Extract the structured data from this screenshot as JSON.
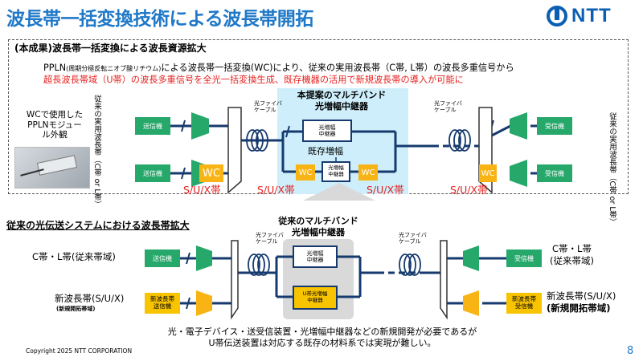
{
  "header": {
    "title": "波長帯一括変換技術による波長帯開拓",
    "logo_text": "NTT"
  },
  "top_section": {
    "heading": "(本成果)波長帯一括変換による波長資源拡大",
    "line1_main": "PPLN",
    "line1_small": "(周期分極反転ニオブ酸リチウム)",
    "line1_rest": "による波長帯一括変換(WC)により、従来の実用波長帯（C帯, L帯）の波長多重信号から",
    "line2": "超長波長帯域（U帯）の波長多重信号を全光一括変換生成、既存機器の活用で新規波長帯の導入が可能に",
    "photo_caption": [
      "WCで使用した",
      "PPLNモジュー",
      "ル外観"
    ],
    "left_vertical": "従来の実用波長帯（C帯 or L帯）",
    "right_vertical": "従来の実用波長帯（C帯 or L帯）",
    "transmitter": "送信機",
    "receiver": "受信機",
    "wc": "WC",
    "fiber_label": [
      "光ファイバ",
      "ケーブル"
    ],
    "repeater_title": [
      "本提案のマルチバンド",
      "光増幅中継器"
    ],
    "amp_box": [
      "光増幅",
      "中継器"
    ],
    "existing_amp": "既存増幅",
    "bands": [
      "S/U/X帯",
      "S/U/X帯",
      "S/U/X帯",
      "S/U/X帯"
    ]
  },
  "bottom_section": {
    "heading": "従来の光伝送システムにおける波長帯拡大",
    "repeater_title": [
      "従来のマルチバンド",
      "光増幅中継器"
    ],
    "left_cl": "C帯・L帯(従来帯域)",
    "left_new": "新波長帯(S/U/X)",
    "left_new_sub": "(新規開拓帯域)",
    "transmitter": "送信機",
    "new_tx": [
      "新波長帯",
      "送信機"
    ],
    "receiver": "受信機",
    "new_rx": [
      "新波長帯",
      "受信機"
    ],
    "fiber_label": [
      "光ファイバ",
      "ケーブル"
    ],
    "amp_box": [
      "光増幅",
      "中継器"
    ],
    "u_amp_box": [
      "U帯光増幅",
      "中継器"
    ],
    "right_cl": [
      "C帯・L帯",
      "(従来帯域)"
    ],
    "right_new": [
      "新波長帯(S/U/X)",
      "(新規開拓帯域)"
    ]
  },
  "footer": {
    "note": [
      "光・電子デバイス・送受信装置・光増幅中継器などの新規開発が必要であるが",
      "U帯伝送装置は対応する既存の材料系では実現が難しい。"
    ],
    "copyright": "Copyright 2025 NTT CORPORATION",
    "page_number": "8"
  }
}
